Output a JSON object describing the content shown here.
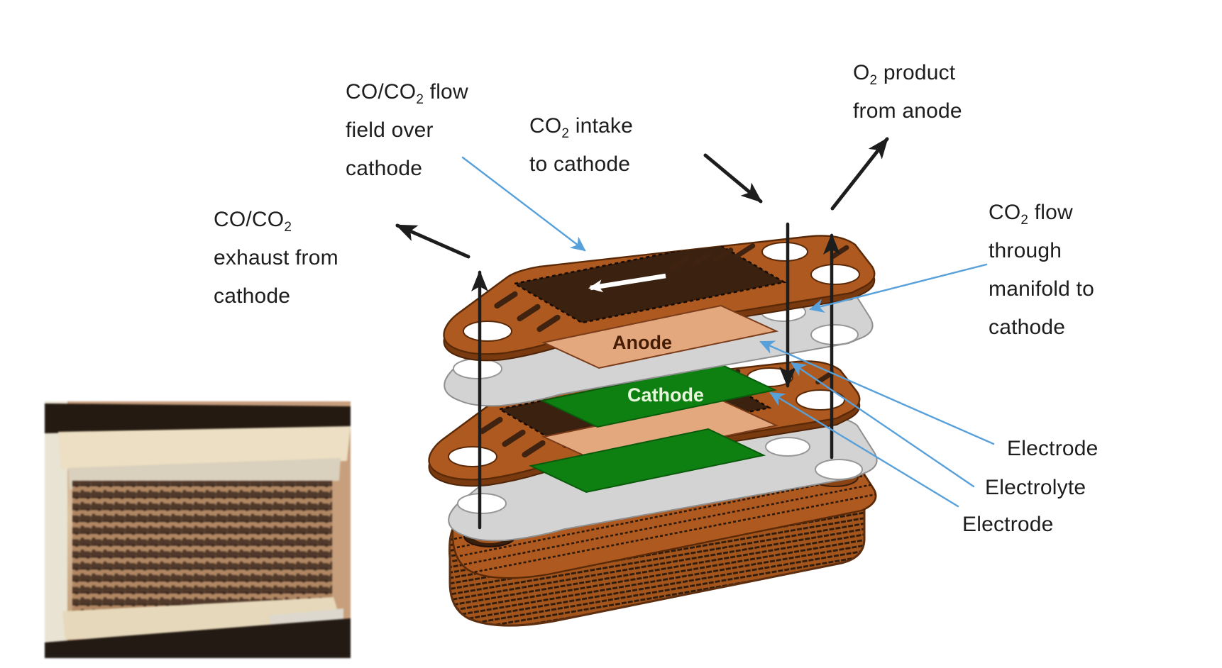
{
  "labels": {
    "flow_field": {
      "l1a": "CO/CO",
      "l1sub": "2",
      "l1b": " flow",
      "l2": "field over",
      "l3": "cathode"
    },
    "intake": {
      "l1a": "CO",
      "l1sub": "2",
      "l1b": " intake",
      "l2": "to cathode"
    },
    "o2_product": {
      "l1a": "O",
      "l1sub": "2",
      "l1b": " product",
      "l2": "from anode"
    },
    "exhaust": {
      "l1a": "CO/CO",
      "l1sub": "2",
      "l2": "exhaust from",
      "l3": "cathode"
    },
    "manifold": {
      "l1a": "CO",
      "l1sub": "2",
      "l1b": " flow",
      "l2": "through",
      "l3": "manifold to",
      "l4": "cathode"
    },
    "electrode_top": "Electrode",
    "electrolyte": "Electrolyte",
    "electrode_bottom": "Electrode",
    "anode": "Anode",
    "cathode": "Cathode"
  },
  "colors": {
    "copper": "#ad591f",
    "copper_edge": "#5a2a08",
    "copper_thickness": "#7a3a10",
    "flow_field_dark": "#3a2110",
    "electrolyte_sheet": "#d3d3d3",
    "anode_layer": "#e4a87e",
    "cathode_layer": "#0e8012",
    "annotation_black": "#1d1d1d",
    "annotation_blue": "#58a0da",
    "flow_arrow_white": "#ffffff"
  }
}
